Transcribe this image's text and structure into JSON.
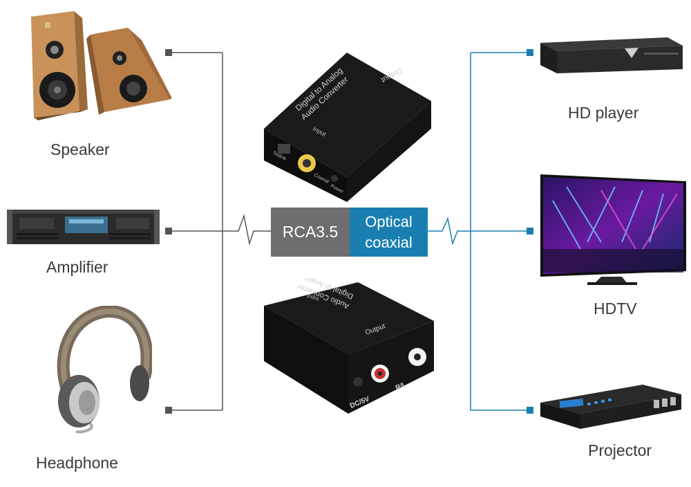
{
  "left_devices": [
    {
      "name": "speaker",
      "label": "Speaker"
    },
    {
      "name": "amplifier",
      "label": "Amplifier"
    },
    {
      "name": "headphone",
      "label": "Headphone"
    }
  ],
  "right_devices": [
    {
      "name": "hd-player",
      "label": "HD  player"
    },
    {
      "name": "hdtv",
      "label": "HDTV"
    },
    {
      "name": "projector",
      "label": "Projector"
    }
  ],
  "center": {
    "left_box": "RCA3.5",
    "right_box_line1": "Optical",
    "right_box_line2": "coaxial"
  },
  "converter_top": {
    "title_line1": "Digital  to Analog",
    "title_line2": "Audio Converter",
    "port_output": "Output",
    "port_input": "Input",
    "port_toslink": "Toslink",
    "port_coaxial": "Coaxial",
    "port_power": "Power"
  },
  "converter_bottom": {
    "title_line1": "Digital  to Analog",
    "title_line2": "Audio Converter",
    "port_input": "Input",
    "port_output": "Output",
    "port_dc": "DC/5V",
    "port_rl": "R/L"
  },
  "colors": {
    "left_line": "#555555",
    "right_line": "#1a7fb0",
    "left_box": "#6e6e6e",
    "right_box": "#1a7fb0"
  }
}
